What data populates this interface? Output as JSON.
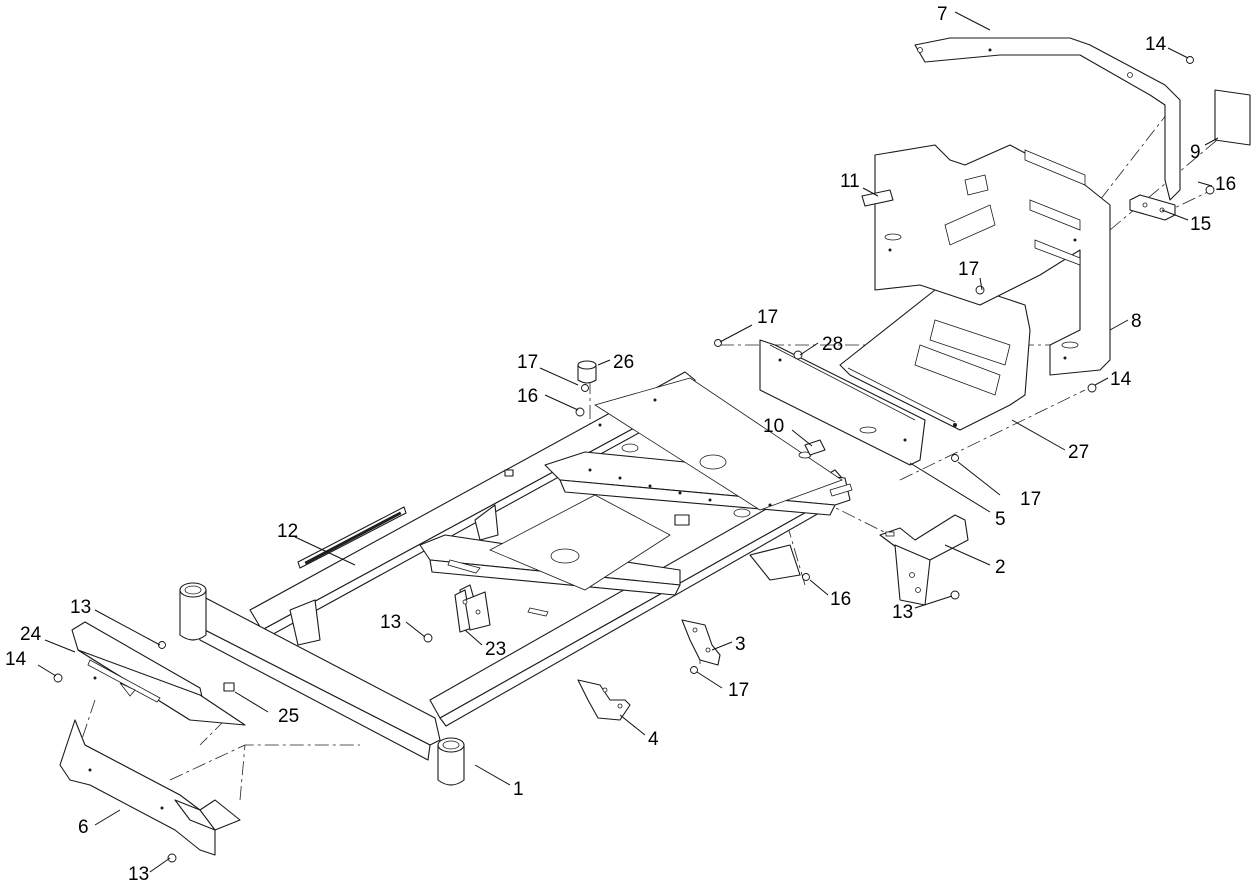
{
  "callouts": [
    {
      "id": "c1",
      "label": "1"
    },
    {
      "id": "c2",
      "label": "2"
    },
    {
      "id": "c3",
      "label": "3"
    },
    {
      "id": "c4",
      "label": "4"
    },
    {
      "id": "c5",
      "label": "5"
    },
    {
      "id": "c6",
      "label": "6"
    },
    {
      "id": "c7",
      "label": "7"
    },
    {
      "id": "c8",
      "label": "8"
    },
    {
      "id": "c9",
      "label": "9"
    },
    {
      "id": "c10",
      "label": "10"
    },
    {
      "id": "c11",
      "label": "11"
    },
    {
      "id": "c12",
      "label": "12"
    },
    {
      "id": "c13a",
      "label": "13"
    },
    {
      "id": "c13b",
      "label": "13"
    },
    {
      "id": "c13c",
      "label": "13"
    },
    {
      "id": "c13d",
      "label": "13"
    },
    {
      "id": "c14a",
      "label": "14"
    },
    {
      "id": "c14b",
      "label": "14"
    },
    {
      "id": "c14c",
      "label": "14"
    },
    {
      "id": "c15",
      "label": "15"
    },
    {
      "id": "c16a",
      "label": "16"
    },
    {
      "id": "c16b",
      "label": "16"
    },
    {
      "id": "c16c",
      "label": "16"
    },
    {
      "id": "c17a",
      "label": "17"
    },
    {
      "id": "c17b",
      "label": "17"
    },
    {
      "id": "c17c",
      "label": "17"
    },
    {
      "id": "c17d",
      "label": "17"
    },
    {
      "id": "c17e",
      "label": "17"
    },
    {
      "id": "c23",
      "label": "23"
    },
    {
      "id": "c24",
      "label": "24"
    },
    {
      "id": "c25",
      "label": "25"
    },
    {
      "id": "c26",
      "label": "26"
    },
    {
      "id": "c27",
      "label": "27"
    },
    {
      "id": "c28",
      "label": "28"
    }
  ],
  "colors": {
    "line": "#1a1a1a",
    "background": "#ffffff"
  }
}
